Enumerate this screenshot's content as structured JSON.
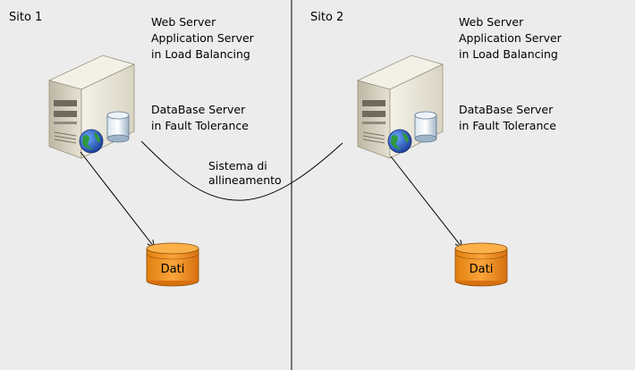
{
  "sites": [
    {
      "label": "Sito 1",
      "roles": [
        "Web Server",
        "Application Server",
        "in Load Balancing"
      ],
      "db_roles": [
        "DataBase Server",
        "in Fault Tolerance"
      ],
      "storage_label": "Dati"
    },
    {
      "label": "Sito 2",
      "roles": [
        "Web Server",
        "Application Server",
        "in Load Balancing"
      ],
      "db_roles": [
        "DataBase Server",
        "in Fault Tolerance"
      ],
      "storage_label": "Dati"
    }
  ],
  "connection": [
    "Sistema di",
    "allineamento"
  ],
  "colors": {
    "background": "#ececec",
    "divider": "#000000",
    "storage_fill": "#f7941d",
    "storage_dark": "#d07010",
    "server_body": "#e8e4d8",
    "server_shadow": "#b8b2a0"
  },
  "icons": [
    "server-icon",
    "database-icon",
    "globe-icon",
    "storage-icon"
  ]
}
